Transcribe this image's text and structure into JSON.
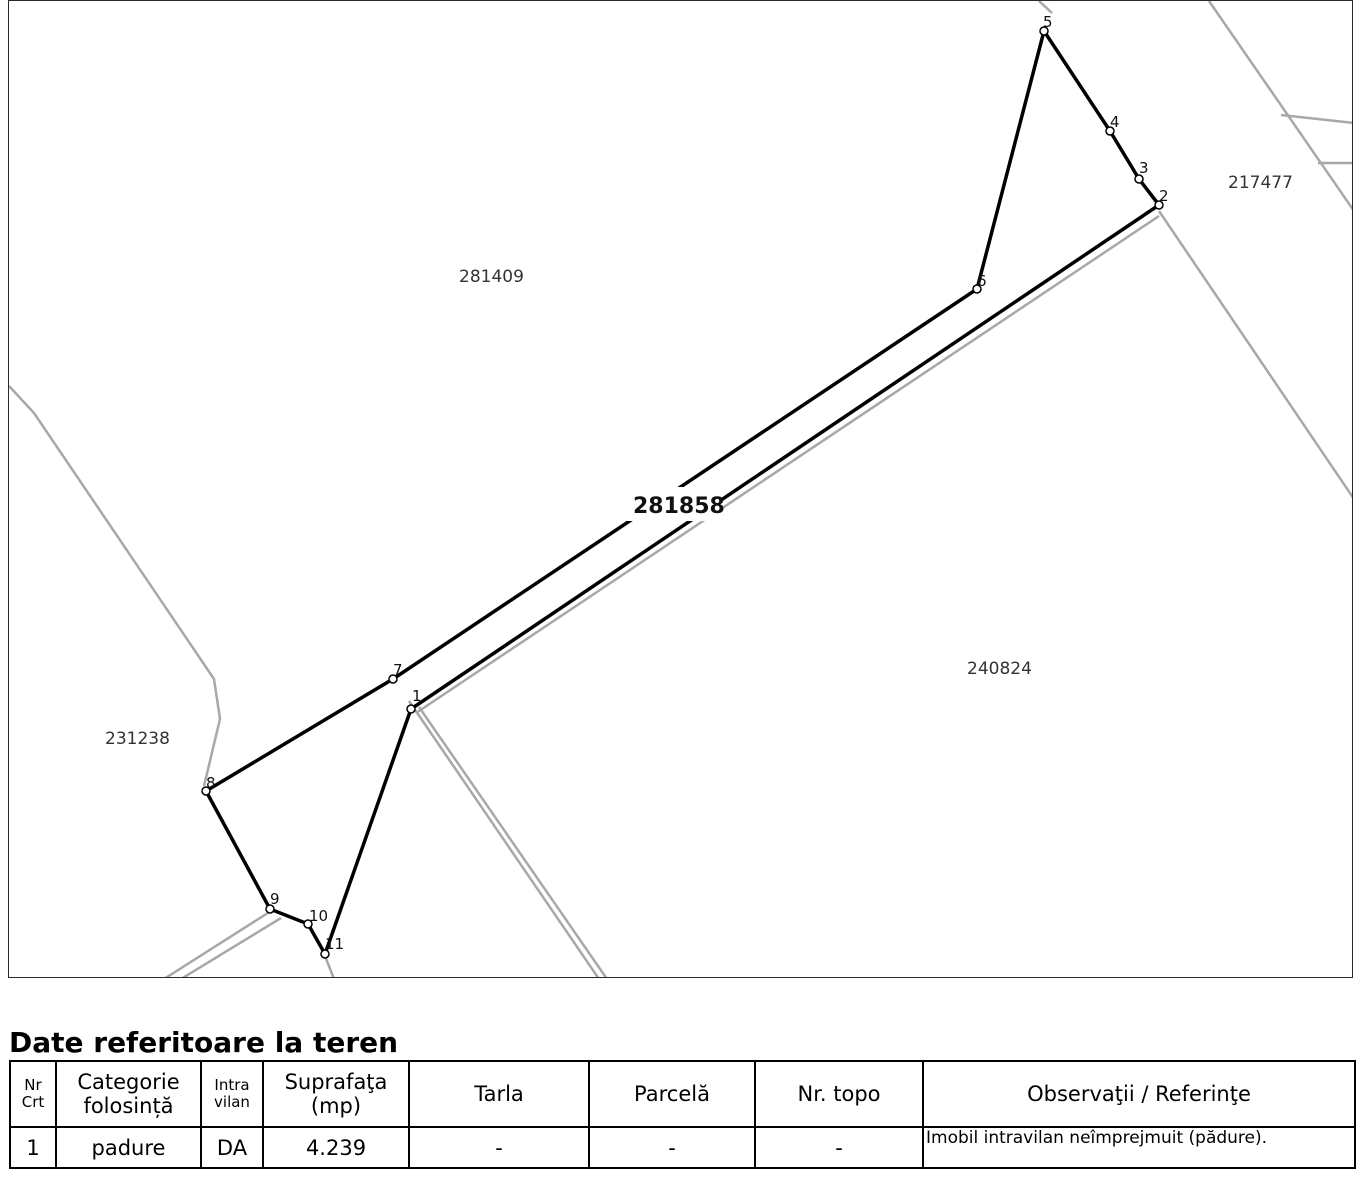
{
  "map": {
    "parcel_ids": {
      "north": "281409",
      "east": "217477",
      "south": "240824",
      "west": "231238",
      "subject": "281858"
    },
    "vertex_labels": [
      "1",
      "2",
      "3",
      "4",
      "5",
      "6",
      "7",
      "8",
      "9",
      "10",
      "11"
    ],
    "colors": {
      "boundary": "#000000",
      "neighbor_lines": "#a8a8a8",
      "frame": "#2a2a2a"
    }
  },
  "section_title": "Date referitoare la teren",
  "table": {
    "headers": {
      "nr_crt": "Nr Crt",
      "categorie": "Categorie folosință",
      "intravilan": "Intra vilan",
      "suprafata": "Suprafaţa (mp)",
      "tarla": "Tarla",
      "parcela": "Parcelă",
      "nr_topo": "Nr. topo",
      "observatii": "Observaţii / Referinţe"
    },
    "rows": [
      {
        "nr_crt": "1",
        "categorie": "padure",
        "intravilan": "DA",
        "suprafata": "4.239",
        "tarla": "-",
        "parcela": "-",
        "nr_topo": "-",
        "observatii": "Imobil intravilan neîmprejmuit (pădure)."
      }
    ]
  }
}
